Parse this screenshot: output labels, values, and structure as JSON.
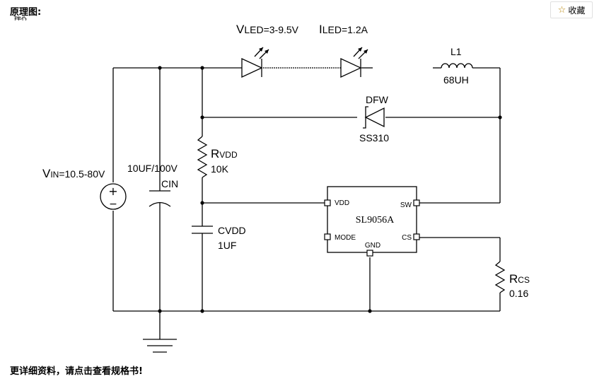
{
  "header": {
    "title": "原理图:",
    "title_fragment": "输入LED"
  },
  "favorite": {
    "label": "收藏",
    "icon": "star-icon"
  },
  "circuit": {
    "vled": {
      "prefix": "V",
      "sub": "LED",
      "value": "=3-9.5V"
    },
    "iled": {
      "prefix": "I",
      "sub": "LED",
      "value": "=1.2A"
    },
    "inductor": {
      "name": "L1",
      "value": "68UH"
    },
    "diode": {
      "name": "DFW",
      "value": "SS310"
    },
    "rvdd": {
      "prefix": "R",
      "sub": "VDD",
      "value": "10K"
    },
    "vin": {
      "prefix": "V",
      "sub": "IN",
      "value": "=10.5-80V"
    },
    "cin": {
      "value": "10UF/100V",
      "name": "CIN"
    },
    "cvdd": {
      "name": "CVDD",
      "value": "1UF"
    },
    "rcs": {
      "prefix": "R",
      "sub": "CS",
      "value": "0.16"
    },
    "ic": {
      "name": "SL9056A",
      "pins": {
        "vdd": "VDD",
        "sw": "SW",
        "mode": "MODE",
        "cs": "CS",
        "gnd": "GND"
      }
    },
    "source_symbol": {
      "plus": "+",
      "minus": "−"
    }
  },
  "footer": {
    "link_text": "更详细资料，请点击查看规格书!"
  }
}
